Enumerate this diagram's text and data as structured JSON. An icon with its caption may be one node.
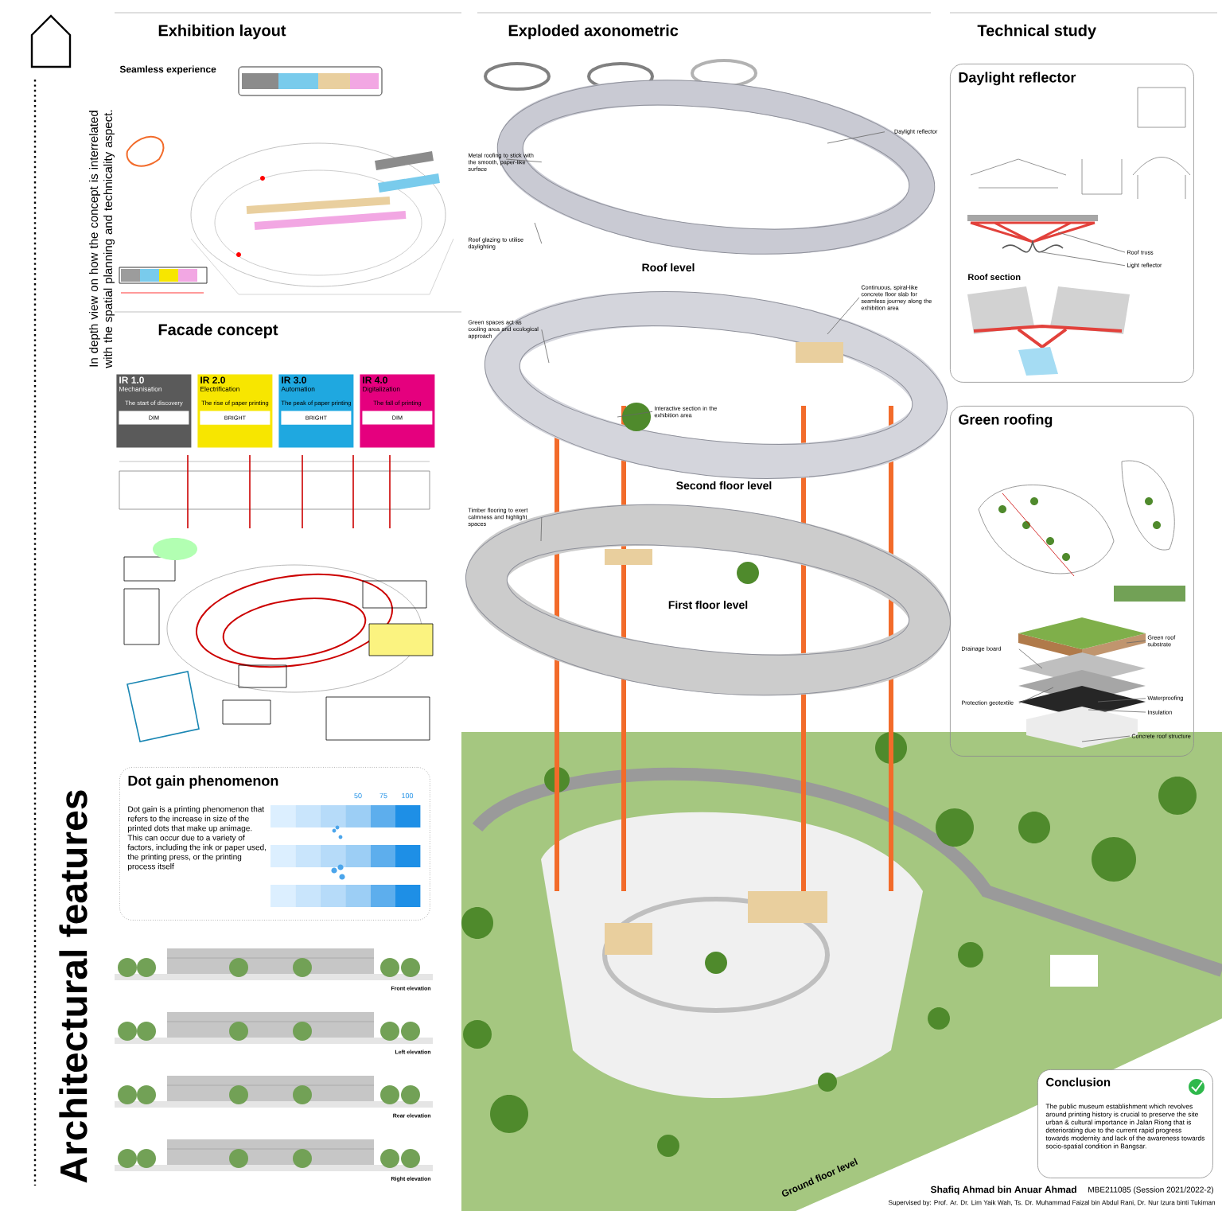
{
  "diagram": {
    "title": "Architectural features",
    "nodes": [
      {
        "text": [
          "IR 1.0",
          "Mechanisation",
          "The start of discovery",
          "DIM"
        ]
      },
      {
        "text": [
          "IR 2.0",
          "Electrification",
          "The rise of paper printing",
          "BRIGHT"
        ]
      },
      {
        "text": [
          "IR 3.0",
          "Automation",
          "The peak of paper printing",
          "BRIGHT"
        ]
      },
      {
        "text": [
          "IR 4.0",
          "Digitalization",
          "The fall of printing",
          "DIM"
        ]
      },
      {
        "text": [
          "Dot gain phenomenon",
          "Dot gain is a printing phenomenon that refers to the increase in size of the printed dots that make up animage. This can occur due to a variety of factors, including the ink or paper used, the printing press, or the printing process itself"
        ]
      },
      {
        "text": [
          "Daylight reflector"
        ]
      },
      {
        "text": [
          "Green roofing"
        ]
      },
      {
        "text": [
          "Conclusion",
          "The public museum establishment which revolves around printing history is crucial to preserve the site urban & cultural importance in Jalan Riong that is deteriorating due to the current rapid progress towards modernity and lack of the awareness towards socio-spatial condition in Bangsar."
        ]
      },
      {
        "text": [
          "Metal roofing to stick with the smooth, paper-like surface"
        ]
      },
      {
        "text": [
          "Roof glazing to utilise daylighting"
        ]
      },
      {
        "text": [
          "Daylight reflector"
        ]
      },
      {
        "text": [
          "Green spaces act as cooling area and ecological approach"
        ]
      },
      {
        "text": [
          "Continuous, spiral-like concrete floor slab for seamless journey along the exhibition area"
        ]
      },
      {
        "text": [
          "Interactive section in the exhibition area"
        ]
      },
      {
        "text": [
          "Timber flooring to exert calmness and highlight spaces"
        ]
      },
      {
        "text": [
          "Roof truss"
        ],
        "in": 5
      },
      {
        "text": [
          "Light reflector"
        ],
        "in": 5
      },
      {
        "text": [
          "Green roof substrate"
        ],
        "in": 6
      },
      {
        "text": [
          "Drainage board"
        ],
        "in": 6
      },
      {
        "text": [
          "Protection geotextile"
        ],
        "in": 6
      },
      {
        "text": [
          "Waterproofing"
        ],
        "in": 6
      },
      {
        "text": [
          "Insulation"
        ],
        "in": 6
      },
      {
        "text": [
          "Concrete roof structure"
        ],
        "in": 6
      }
    ],
    "edges": [
      {
        "from": 8,
        "to": null,
        "arrow": "none"
      },
      {
        "from": 9,
        "to": null,
        "arrow": "none"
      },
      {
        "from": 10,
        "to": null,
        "arrow": "none"
      },
      {
        "from": 11,
        "to": null,
        "arrow": "none"
      },
      {
        "from": 12,
        "to": null,
        "arrow": "none"
      },
      {
        "from": 13,
        "to": null,
        "arrow": "none"
      },
      {
        "from": 14,
        "to": null,
        "arrow": "none"
      },
      {
        "from": 15,
        "to": null,
        "arrow": "none"
      },
      {
        "from": 16,
        "to": null,
        "arrow": "none"
      },
      {
        "from": 17,
        "to": null,
        "arrow": "none"
      },
      {
        "from": 18,
        "to": null,
        "arrow": "none"
      },
      {
        "from": 19,
        "to": null,
        "arrow": "none"
      },
      {
        "from": 20,
        "to": null,
        "arrow": "none"
      },
      {
        "from": 21,
        "to": null,
        "arrow": "none"
      },
      {
        "from": 22,
        "to": null,
        "arrow": "none"
      }
    ],
    "labels": [
      "In depth view on how the concept is interrelated with the spatial planning and technicality aspect.",
      "Exhibition layout",
      "Seamless experience",
      "Facade concept",
      "50",
      "75",
      "100",
      "Front elevation",
      "Left elevation",
      "Rear elevation",
      "Right elevation",
      "Exploded axonometric",
      "Roof level",
      "Second floor level",
      "First floor level",
      "Ground floor level",
      "Technical study",
      "Roof section",
      "Shafiq Ahmad bin Anuar Ahmad",
      "MBE211085 (Session 2021/2022-2)",
      "Supervised by: Prof. Ar. Dr. Lim Yaik Wah, Ts. Dr. Muhammad Faizal bin Abdul Rani, Dr. Nur Izura binti Tukiman"
    ]
  }
}
